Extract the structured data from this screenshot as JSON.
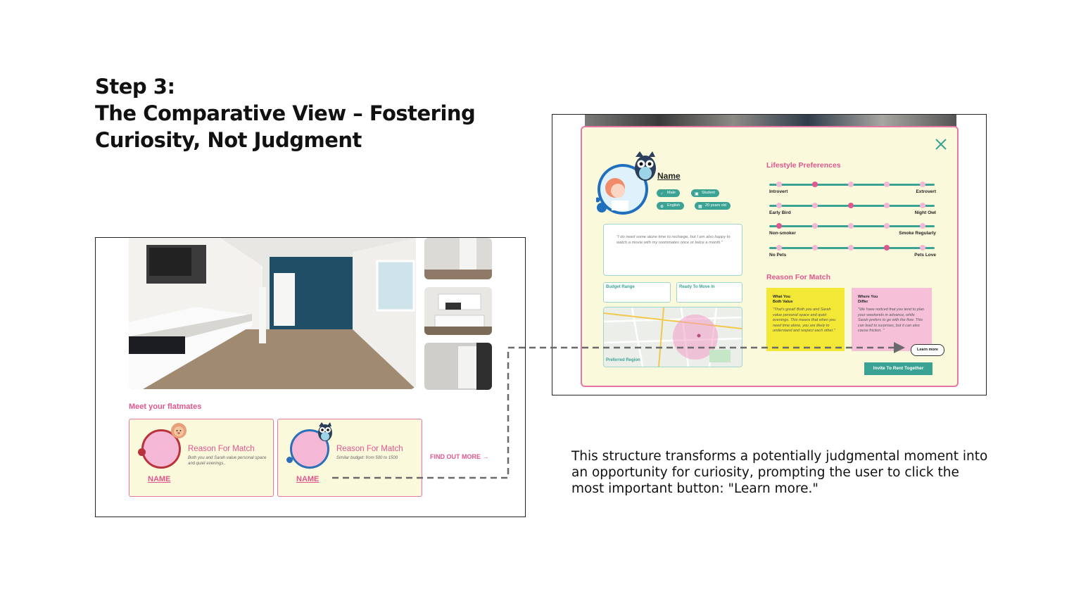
{
  "heading": {
    "line1": "Step 3:",
    "line2": "The Comparative View – Fostering",
    "line3": "Curiosity, Not Judgment"
  },
  "description": "This structure transforms a potentially judgmental moment into an opportunity for curiosity, prompting the user to click the most important button: \"Learn more.\"",
  "listing": {
    "meet_label": "Meet your flatmates",
    "flatmates": [
      {
        "reason_title": "Reason For Match",
        "reason_text": "Both you and Sarah value personal space and quiet evenings..",
        "name": "NAME",
        "mascot": "lion-icon"
      },
      {
        "reason_title": "Reason For Match",
        "reason_text": "Similar budget: from 500 to 1500",
        "name": "NAME",
        "mascot": "owl-icon"
      }
    ],
    "find_out_more": "FIND OUT MORE →"
  },
  "profile_modal": {
    "name": "Name",
    "tags": [
      {
        "icon": "♂",
        "label": "Male"
      },
      {
        "icon": "▣",
        "label": "Student"
      },
      {
        "icon": "⊕",
        "label": "English"
      },
      {
        "icon": "▦",
        "label": "20 years old"
      }
    ],
    "quote": "\"I do need some alone time to recharge, but I am also happy to watch a movie with my roommates once or twice a month.\"",
    "budget_label": "Budget Range",
    "move_in_label": "Ready To Move In",
    "map_label": "Preferred Region",
    "lifestyle_title": "Lifestyle Preferences",
    "sliders": [
      {
        "left": "Introvert",
        "right": "Extrovert",
        "selected_index": 1
      },
      {
        "left": "Early Bird",
        "right": "Night Owl",
        "selected_index": 2
      },
      {
        "left": "Non-smoker",
        "right": "Smoke Regularly",
        "selected_index": 0
      },
      {
        "left": "No Pets",
        "right": "Pets Love",
        "selected_index": 3
      }
    ],
    "reason_title": "Reason For Match",
    "value_heading": "What You\nBoth Value",
    "value_text": "\"That's great! Both you and Sarah value personal space and quiet evenings. This means that when you need time alone, you are likely to understand and respect each other.\"",
    "differ_heading": "Where You\nDiffer",
    "differ_text": "\"We have noticed that you tend to plan your weekends in advance, while Sarah prefers to go with the flow. This can lead to surprises, but it can also cause friction. \"",
    "learn_more": "Learn more",
    "invite": "Invite To Rent Together"
  },
  "colors": {
    "pink": "#e0568e",
    "teal": "#3aa394",
    "cream": "#fbf9dc",
    "yellow": "#f3e835",
    "light_pink": "#f6c1d8"
  }
}
